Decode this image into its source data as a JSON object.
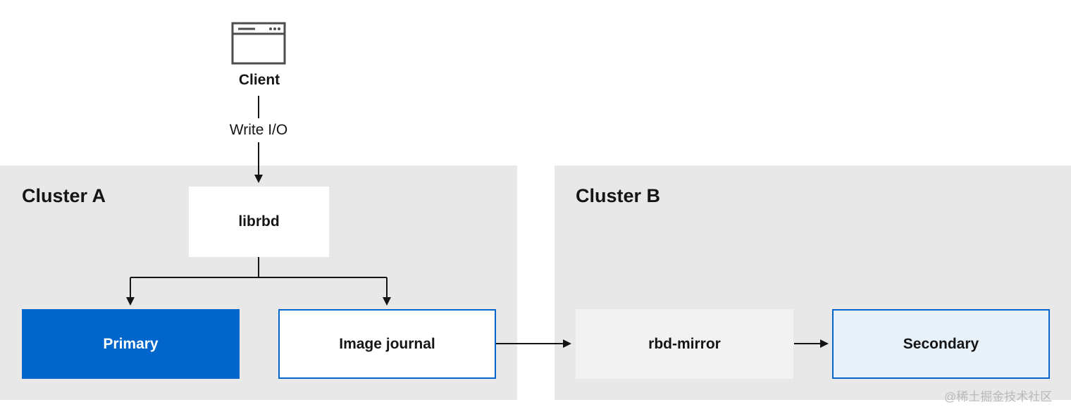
{
  "client": {
    "label": "Client",
    "icon": "browser-window-icon"
  },
  "write_io": {
    "label": "Write I/O"
  },
  "cluster_a": {
    "title": "Cluster A",
    "librbd": "librbd",
    "primary": "Primary",
    "image_journal": "Image journal"
  },
  "cluster_b": {
    "title": "Cluster B",
    "rbd_mirror": "rbd-mirror",
    "secondary": "Secondary"
  },
  "watermark": {
    "text": "@稀土掘金技术社区"
  },
  "colors": {
    "primary_fill": "#0066cc",
    "journal_border": "#0066cc",
    "secondary_fill": "#e7f1fa",
    "secondary_border": "#0066cc",
    "cluster_bg": "#e8e8e8",
    "mirror_fill": "#f2f2f2"
  }
}
